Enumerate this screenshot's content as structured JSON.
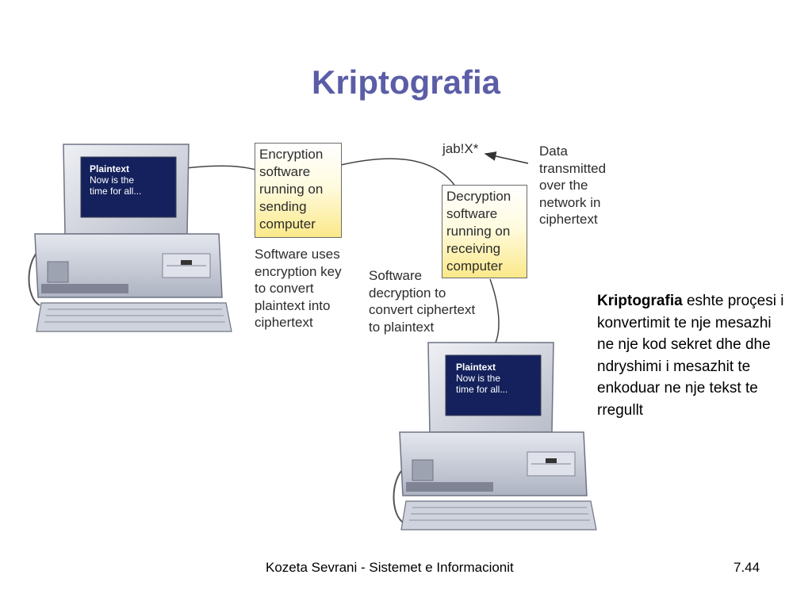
{
  "slide": {
    "title": "Kriptografia"
  },
  "diagram": {
    "cipher_label": "jab!X*",
    "network_note": [
      "Data",
      "transmitted",
      "over the",
      "network in",
      "ciphertext"
    ],
    "encryption_box": [
      "Encryption",
      "software",
      "running on",
      "sending",
      "computer"
    ],
    "decryption_box": [
      "Decryption",
      "software",
      "running on",
      "receiving",
      "computer"
    ],
    "encryption_note": [
      "Software uses",
      "encryption key",
      "to convert",
      "plaintext into",
      "ciphertext"
    ],
    "decryption_note": [
      "Software",
      "decryption to",
      "convert ciphertext",
      "to plaintext"
    ],
    "sender_screen": {
      "heading": "Plaintext",
      "line1": "Now is the",
      "line2": "time for all..."
    },
    "receiver_screen": {
      "heading": "Plaintext",
      "line1": "Now is the",
      "line2": "time for all..."
    },
    "colors": {
      "title": "#5b5ea6",
      "screen": "#14215c",
      "box_fill": "#fbe98a",
      "computer": "#c9cdd8"
    }
  },
  "definition": {
    "term": "Kriptografia",
    "rest": " eshte proçesi i konvertimit te nje mesazhi ne nje kod sekret dhe dhe ndryshimi i mesazhit te enkoduar ne nje tekst te rregullt"
  },
  "footer": {
    "author": "Kozeta Sevrani - Sistemet e Informacionit",
    "page": "7.44"
  }
}
